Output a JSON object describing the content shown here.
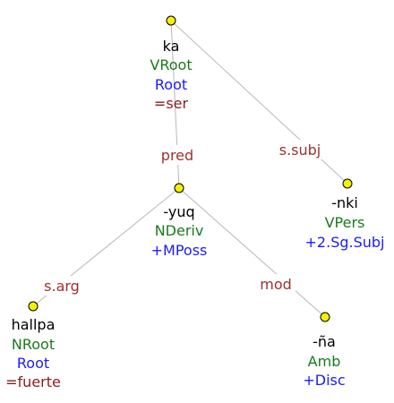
{
  "colors": {
    "word": "#000000",
    "category": "#1a7a1a",
    "feature": "#1a1aff",
    "gloss": "#8b1a1a",
    "relation": "#a03030",
    "edge": "#b8b8b8",
    "node": "#f2f200"
  },
  "nodes": {
    "ka": {
      "word": "ka",
      "category": "VRoot",
      "feature": "Root",
      "gloss": "=ser"
    },
    "nki": {
      "word": "-nki",
      "category": "VPers",
      "feature": "+2.Sg.Subj",
      "gloss": ""
    },
    "yuq": {
      "word": "-yuq",
      "category": "NDeriv",
      "feature": "+MPoss",
      "gloss": ""
    },
    "hallpa": {
      "word": "hallpa",
      "category": "NRoot",
      "feature": "Root",
      "gloss": "=fuerte"
    },
    "na": {
      "word": "-ña",
      "category": "Amb",
      "feature": "+Disc",
      "gloss": ""
    }
  },
  "edges": {
    "ka_yuq": {
      "label": "pred"
    },
    "ka_nki": {
      "label": "s.subj"
    },
    "yuq_hallpa": {
      "label": "s.arg"
    },
    "yuq_na": {
      "label": "mod"
    }
  }
}
